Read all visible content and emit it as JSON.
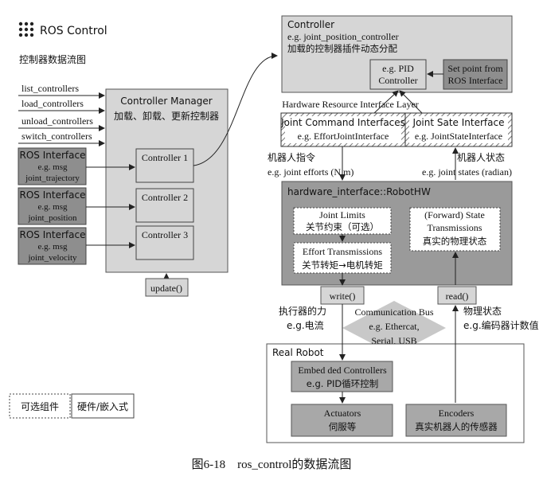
{
  "logo": {
    "title": "ROS Control"
  },
  "left_title": "控制器数据流图",
  "commands": [
    "list_controllers",
    "load_controllers",
    "unload_controllers",
    "switch_controllers"
  ],
  "ros_interfaces": [
    {
      "title": "ROS Interface",
      "line1": "e.g. msg",
      "line2": "joint_trajectory"
    },
    {
      "title": "ROS Interface",
      "line1": "e.g. msg",
      "line2": "joint_position"
    },
    {
      "title": "ROS Interface",
      "line1": "e.g. msg",
      "line2": "joint_velocity"
    }
  ],
  "controller_manager": {
    "title": "Controller Manager",
    "subtitle": "加载、卸载、更新控制器",
    "controllers": [
      "Controller 1",
      "Controller 2",
      "Controller 3"
    ],
    "update": "update()"
  },
  "controller": {
    "title": "Controller",
    "example": "e.g. joint_position_controller",
    "subtitle": "加载的控制器插件动态分配",
    "pid_line1": "e.g. PID",
    "pid_line2": "Controller",
    "setpoint_line1": "Set point from",
    "setpoint_line2": "ROS Interface"
  },
  "hw_layer_label": "Hardware Resource Interface Layer",
  "joint_command": {
    "title": "Joint Command Interfaces",
    "example": "e.g. EffortJointInterface"
  },
  "joint_state": {
    "title": "Joint Sate Interface",
    "example": "e.g. JointStateInterface"
  },
  "left_flow": {
    "line1": "机器人指令",
    "line2": "e.g. joint efforts (N.m)"
  },
  "right_flow": {
    "line1": "机器人状态",
    "line2": "e.g. joint states (radian)"
  },
  "robot_hw": {
    "title": "hardware_interface::RobotHW",
    "limits_line1": "Joint Limits",
    "limits_line2": "关节约束（可选）",
    "effort_line1": "Effort Transmissions",
    "effort_line2": "关节转矩→电机转矩",
    "state_line1": "(Forward) State",
    "state_line2": "Transmissions",
    "state_line3": "真实的物理状态",
    "write": "write()",
    "read": "read()"
  },
  "actuator_note": {
    "line1": "执行器的力",
    "line2": "e.g.电流"
  },
  "comm_bus": {
    "line1": "Communication Bus",
    "line2": "e.g. Ethercat,",
    "line3": "Serial, USB"
  },
  "physical_note": {
    "line1": "物理状态",
    "line2": "e.g.编码器计数值"
  },
  "real_robot": {
    "title": "Real Robot",
    "embedded_line1": "Embed ded Controllers",
    "embedded_line2": "e.g. PID循环控制",
    "actuators_line1": "Actuators",
    "actuators_line2": "伺服等",
    "encoders_line1": "Encoders",
    "encoders_line2": "真实机器人的传感器"
  },
  "legend": {
    "optional": "可选组件",
    "hardware": "硬件/嵌入式"
  },
  "caption": "图6-18　ros_control的数据流图",
  "colors": {
    "box_gray": "#d6d6d6",
    "dark_gray": "#8e8e8e",
    "mid_gray": "#a8a8a8",
    "hw_gray": "#9a9a9a",
    "bus_gray": "#c8c8c8"
  }
}
